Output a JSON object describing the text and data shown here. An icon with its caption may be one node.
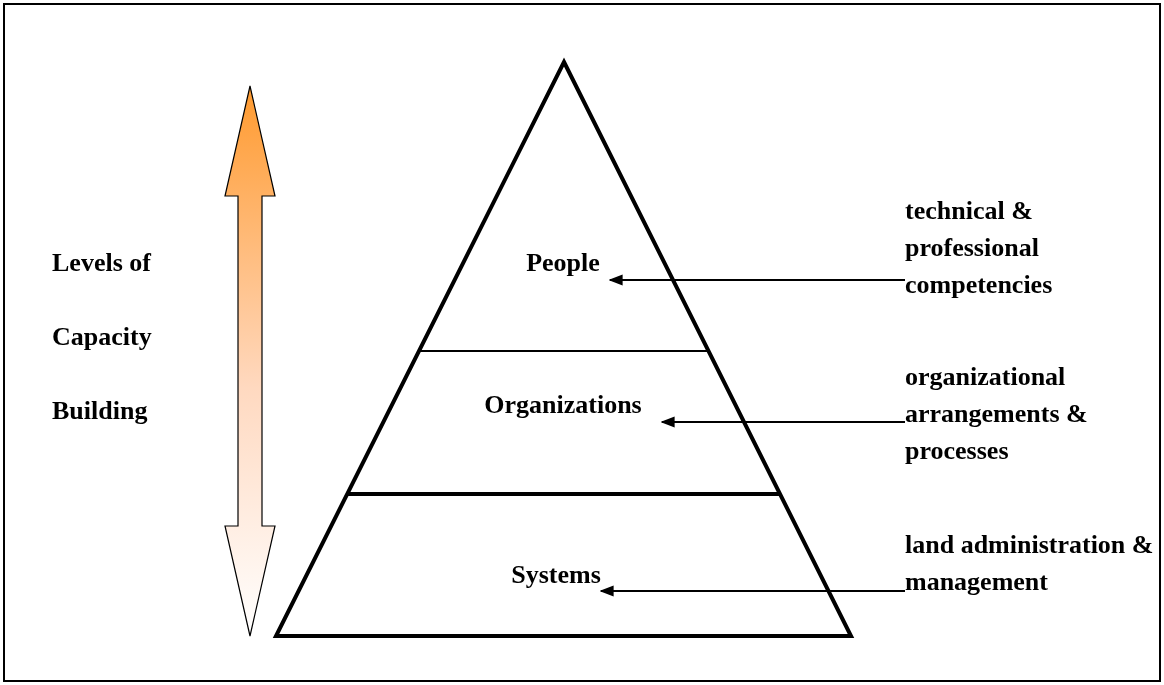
{
  "diagram": {
    "nodes": [
      {
        "text": [
          "People"
        ]
      },
      {
        "text": [
          "technical & professional competencies"
        ]
      },
      {
        "text": [
          "Organizations"
        ]
      },
      {
        "text": [
          "organizational arrangements & processes"
        ]
      },
      {
        "text": [
          "Systems"
        ]
      },
      {
        "text": [
          "land administration & management"
        ]
      }
    ],
    "edges": [
      {
        "from": 1,
        "to": 0,
        "arrow": "to"
      },
      {
        "from": 3,
        "to": 2,
        "arrow": "to"
      },
      {
        "from": 5,
        "to": 4,
        "arrow": "to"
      }
    ],
    "labels": [
      "Levels of Capacity Building"
    ]
  }
}
